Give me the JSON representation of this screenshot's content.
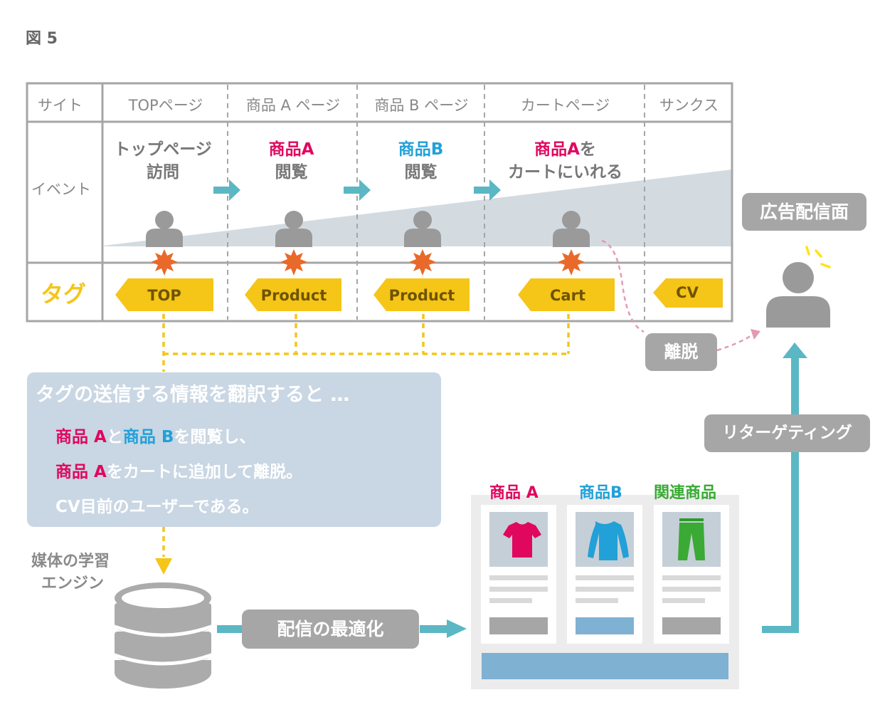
{
  "figure_label": "図 5",
  "table": {
    "row_labels": {
      "site": "サイト",
      "event": "イベント",
      "tag": "タグ"
    },
    "columns": [
      "TOPページ",
      "商品 A ページ",
      "商品 B ページ",
      "カートページ",
      "サンクス"
    ],
    "events": {
      "top": {
        "line1": "トップページ",
        "line2": "訪問"
      },
      "product_a": {
        "line1": "商品A",
        "line2": "閲覧"
      },
      "product_b": {
        "line1": "商品B",
        "line2": "閲覧"
      },
      "cart": {
        "line1_product": "商品A",
        "line1_suffix": "を",
        "line2": "カートにいれる"
      }
    },
    "tags": [
      "TOP",
      "Product",
      "Product",
      "Cart",
      "CV"
    ]
  },
  "exit_label": "離脱",
  "ad_screen_label": "広告配信面",
  "retargeting_label": "リターゲティング",
  "summary": {
    "title": "タグの送信する情報を翻訳すると …",
    "line1": {
      "product_a": "商品 A",
      "connector": "と",
      "product_b": "商品 B",
      "rest": "を閲覧し、"
    },
    "line2": {
      "product_a": "商品 A",
      "rest": "をカートに追加して離脱。"
    },
    "line3": "CV目前のユーザーである。"
  },
  "engine_label": {
    "line1": "媒体の学習",
    "line2": "エンジン"
  },
  "optimization_label": "配信の最適化",
  "ad_products": {
    "product_a": "商品 A",
    "product_b": "商品B",
    "related": "関連商品"
  },
  "colors": {
    "pink": "#e0075f",
    "blue": "#22a0d8",
    "green": "#3aaa35",
    "tag_yellow": "#f5c518",
    "arrow_teal": "#5bb7c4",
    "burst_orange": "#e8692a",
    "person_gray": "#9a9a9a",
    "summary_bg": "#c9d6e3"
  }
}
